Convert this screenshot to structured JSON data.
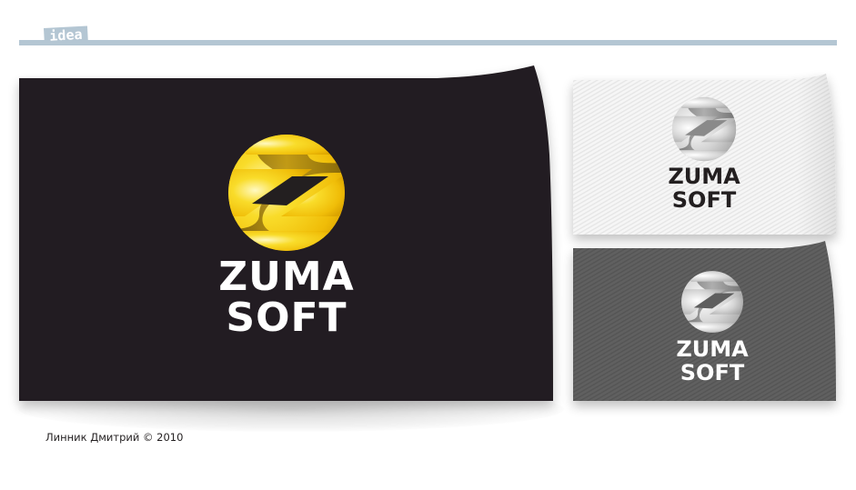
{
  "header": {
    "badge_label": "idea",
    "bar_color": "#b4c6d3"
  },
  "logo": {
    "line1": "ZUMA",
    "line2": "SOFT"
  },
  "cards": [
    {
      "name": "dark-card",
      "background": "#231f20",
      "emblem_style": "gold",
      "text_color": "#ffffff",
      "line1": "ZUMA",
      "line2": "SOFT"
    },
    {
      "name": "light-card",
      "background": "#f4f4f4",
      "emblem_style": "silver",
      "text_color": "#231f20",
      "line1": "ZUMA",
      "line2": "SOFT"
    },
    {
      "name": "gray-card",
      "background": "#5e5e5e",
      "emblem_style": "silver",
      "text_color": "#ffffff",
      "line1": "ZUMA",
      "line2": "SOFT"
    }
  ],
  "colors": {
    "gold_light": "#fff7b0",
    "gold_mid": "#f6d10f",
    "gold_dark": "#c99a00",
    "silver_light": "#ffffff",
    "silver_mid": "#c8c8c8",
    "silver_dark": "#7a7a7a"
  },
  "footer": {
    "credit": "Линник Дмитрий © 2010"
  }
}
